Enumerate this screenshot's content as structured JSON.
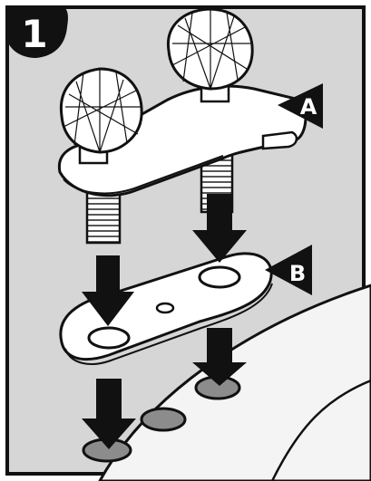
{
  "step_number": "1",
  "callouts": {
    "a": "A",
    "b": "B"
  },
  "colors": {
    "frame_bg": "#d6d6d6",
    "outline": "#111111",
    "sink": "#f4f4f4",
    "hole": "#8c8c8c",
    "badge": "#111111"
  },
  "icons": [
    "down-arrow-icon",
    "callout-arrow-icon"
  ]
}
